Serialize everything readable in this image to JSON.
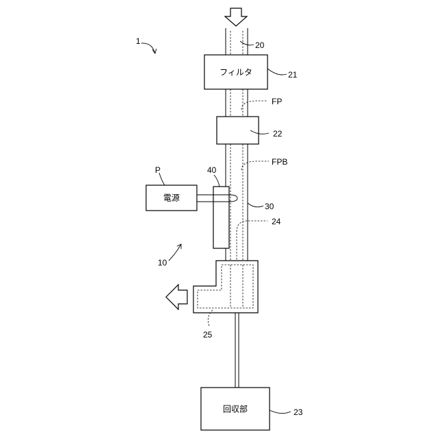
{
  "blocks": {
    "filter": "フィルタ",
    "power": "電源",
    "recovery": "回収部"
  },
  "refs": {
    "device": "1",
    "system": "10",
    "pipe_in": "20",
    "filter": "21",
    "part_22": "22",
    "recovery": "23",
    "part_24": "24",
    "space_25": "25",
    "part_30": "30",
    "electrode": "40",
    "flow_path": "FP",
    "flow_path_b": "FPB",
    "power": "P"
  },
  "colors": {
    "line": "#000000",
    "background": "#ffffff"
  }
}
